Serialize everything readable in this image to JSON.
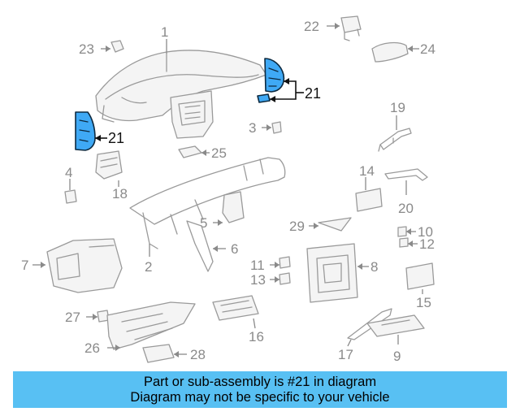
{
  "labels": {
    "p1": "1",
    "p2": "2",
    "p3": "3",
    "p4": "4",
    "p5": "5",
    "p6": "6",
    "p7": "7",
    "p8": "8",
    "p9": "9",
    "p10": "10",
    "p11": "11",
    "p12": "12",
    "p13": "13",
    "p14": "14",
    "p15": "15",
    "p16": "16",
    "p17": "17",
    "p18": "18",
    "p19": "19",
    "p20": "20",
    "p21a": "21",
    "p21b": "21",
    "p22": "22",
    "p23": "23",
    "p24": "24",
    "p25": "25",
    "p26": "26",
    "p27": "27",
    "p28": "28",
    "p29": "29"
  },
  "highlight_color": "#3fa9f5",
  "banner": {
    "color": "#58c0f3",
    "line1": "Part or sub-assembly is #21 in diagram",
    "line2": "Diagram may not be specific to your vehicle"
  }
}
